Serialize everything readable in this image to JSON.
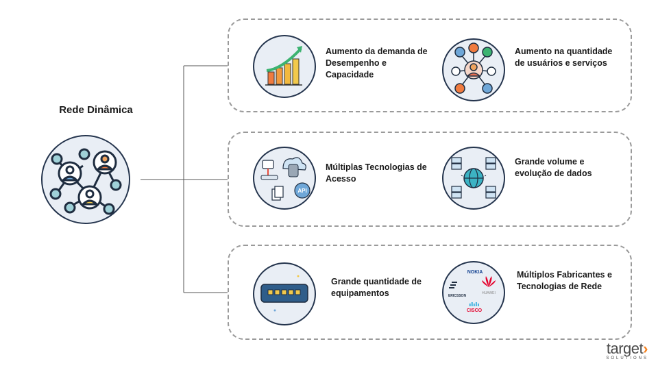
{
  "diagram": {
    "root": {
      "title": "Rede Dinâmica",
      "icon": "network-users-icon"
    },
    "groups": [
      {
        "items": [
          {
            "label": "Aumento da demanda de Desempenho e Capacidade",
            "icon": "growth-chart-icon"
          },
          {
            "label": "Aumento na quantidade de usuários e serviços",
            "icon": "user-network-icon"
          }
        ]
      },
      {
        "items": [
          {
            "label": "Múltiplas Tecnologias de Acesso",
            "icon": "access-technologies-icon"
          },
          {
            "label": "Grande volume e evolução de dados",
            "icon": "data-servers-globe-icon"
          }
        ]
      },
      {
        "items": [
          {
            "label": "Grande quantidade de equipamentos",
            "icon": "network-switch-icon"
          },
          {
            "label": "Múltiplos Fabricantes e Tecnologias de Rede",
            "icon": "vendor-logos-icon"
          }
        ]
      }
    ],
    "vendors": {
      "nokia": "NOKIA",
      "ericsson": "ERICSSON",
      "huawei": "HUAWEI",
      "cisco": "CISCO"
    },
    "api_badge": "API"
  },
  "brand": {
    "name": "target",
    "tagline": "SOLUTIONS",
    "accent": "#f58220"
  },
  "colors": {
    "navy": "#24344d",
    "circle_bg": "#e9eef5",
    "dashed_border": "#9a9a9a",
    "accent_orange": "#f58220"
  }
}
